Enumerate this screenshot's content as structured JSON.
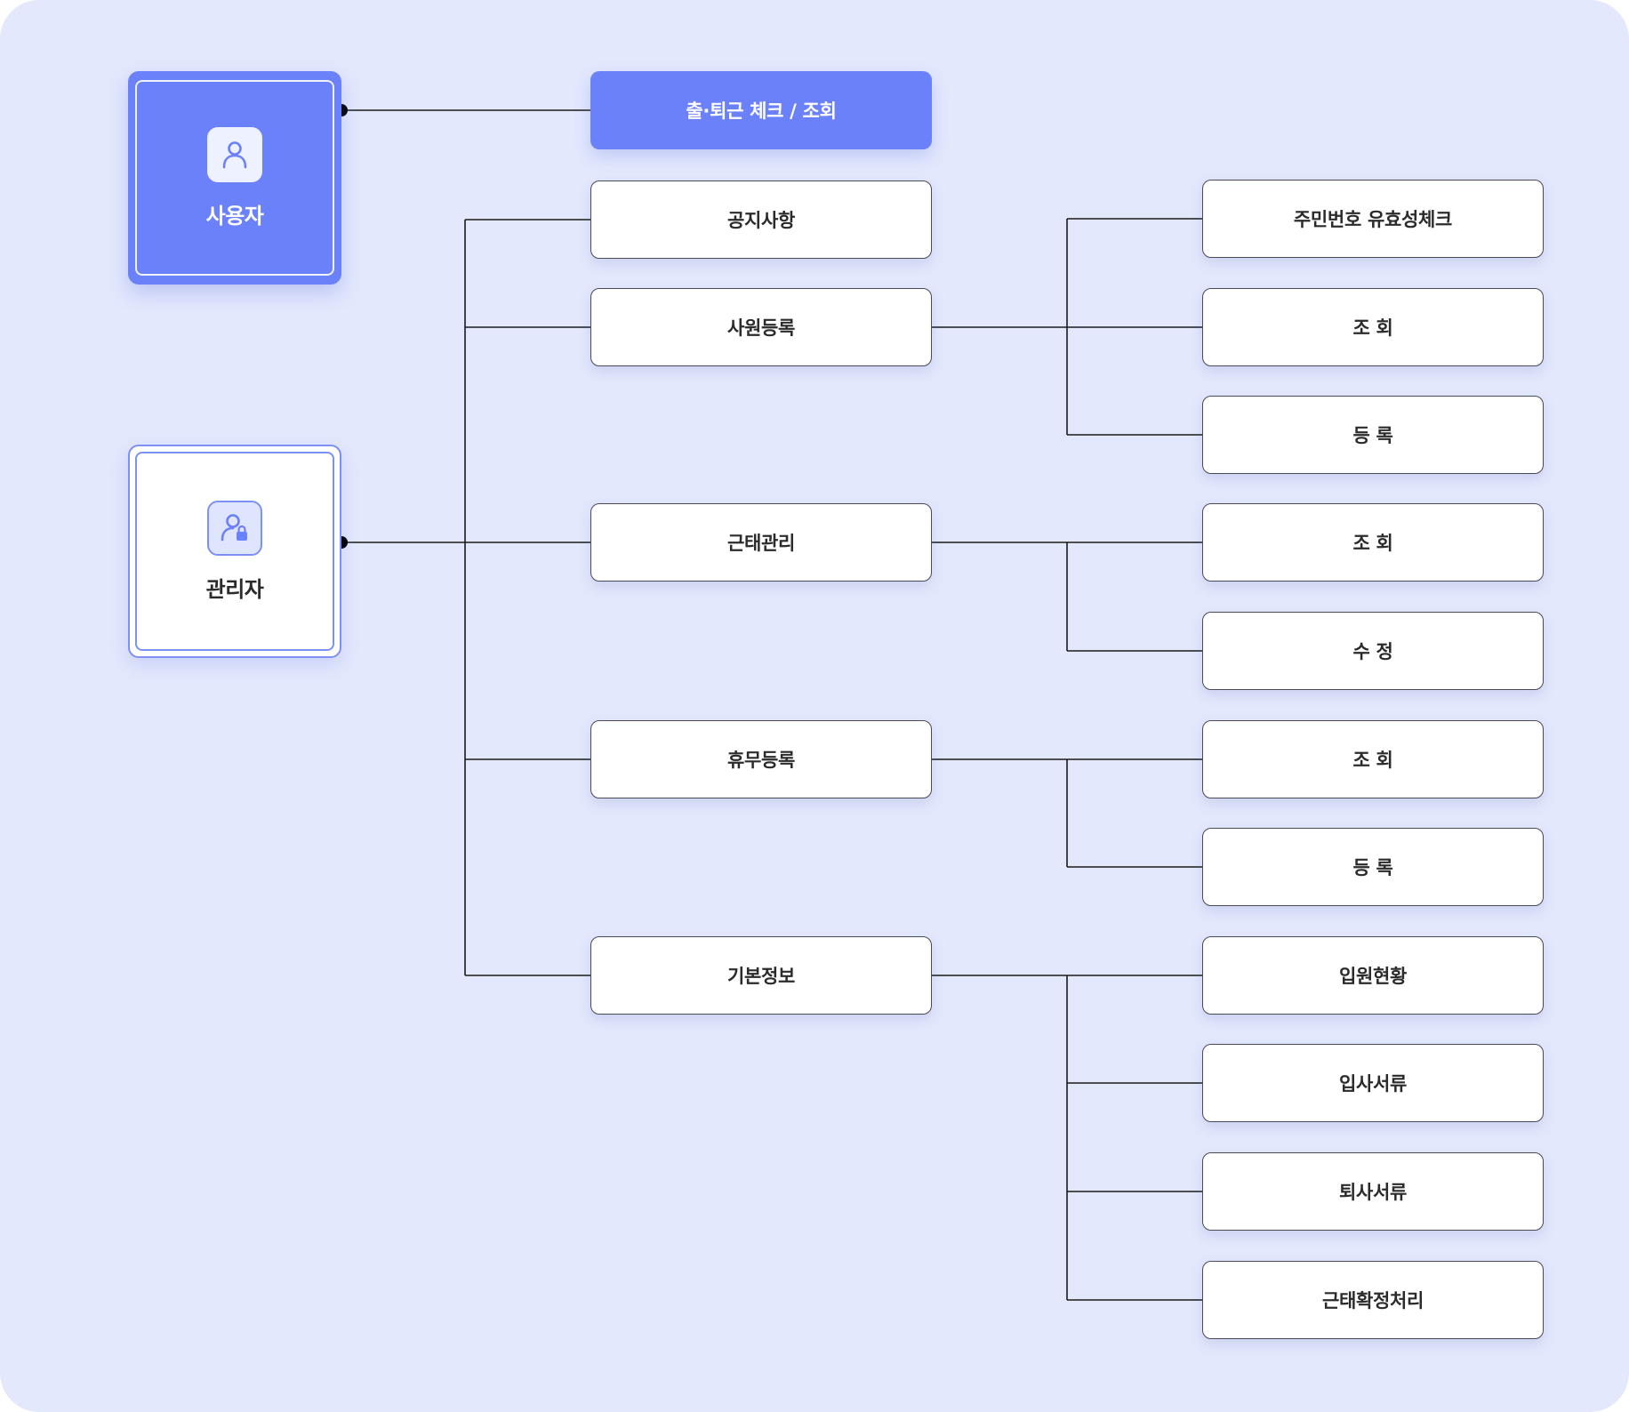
{
  "roles": {
    "user": {
      "label": "사용자",
      "icon": "user-icon"
    },
    "admin": {
      "label": "관리자",
      "icon": "admin-lock-icon"
    }
  },
  "user_menu": {
    "commute": "출·퇴근 체크 / 조회"
  },
  "admin_menu": {
    "notice": "공지사항",
    "employee": {
      "label": "사원등록",
      "children": [
        "주민번호 유효성체크",
        "조 회",
        "등 록"
      ]
    },
    "attendance": {
      "label": "근태관리",
      "children": [
        "조 회",
        "수 정"
      ]
    },
    "holiday": {
      "label": "휴무등록",
      "children": [
        "조 회",
        "등 록"
      ]
    },
    "basic": {
      "label": "기본정보",
      "children": [
        "입원현황",
        "입사서류",
        "퇴사서류",
        "근태확정처리"
      ]
    }
  },
  "colors": {
    "background": "#e3e8fd",
    "accent": "#6b81fa",
    "line": "#1a1a1a"
  }
}
